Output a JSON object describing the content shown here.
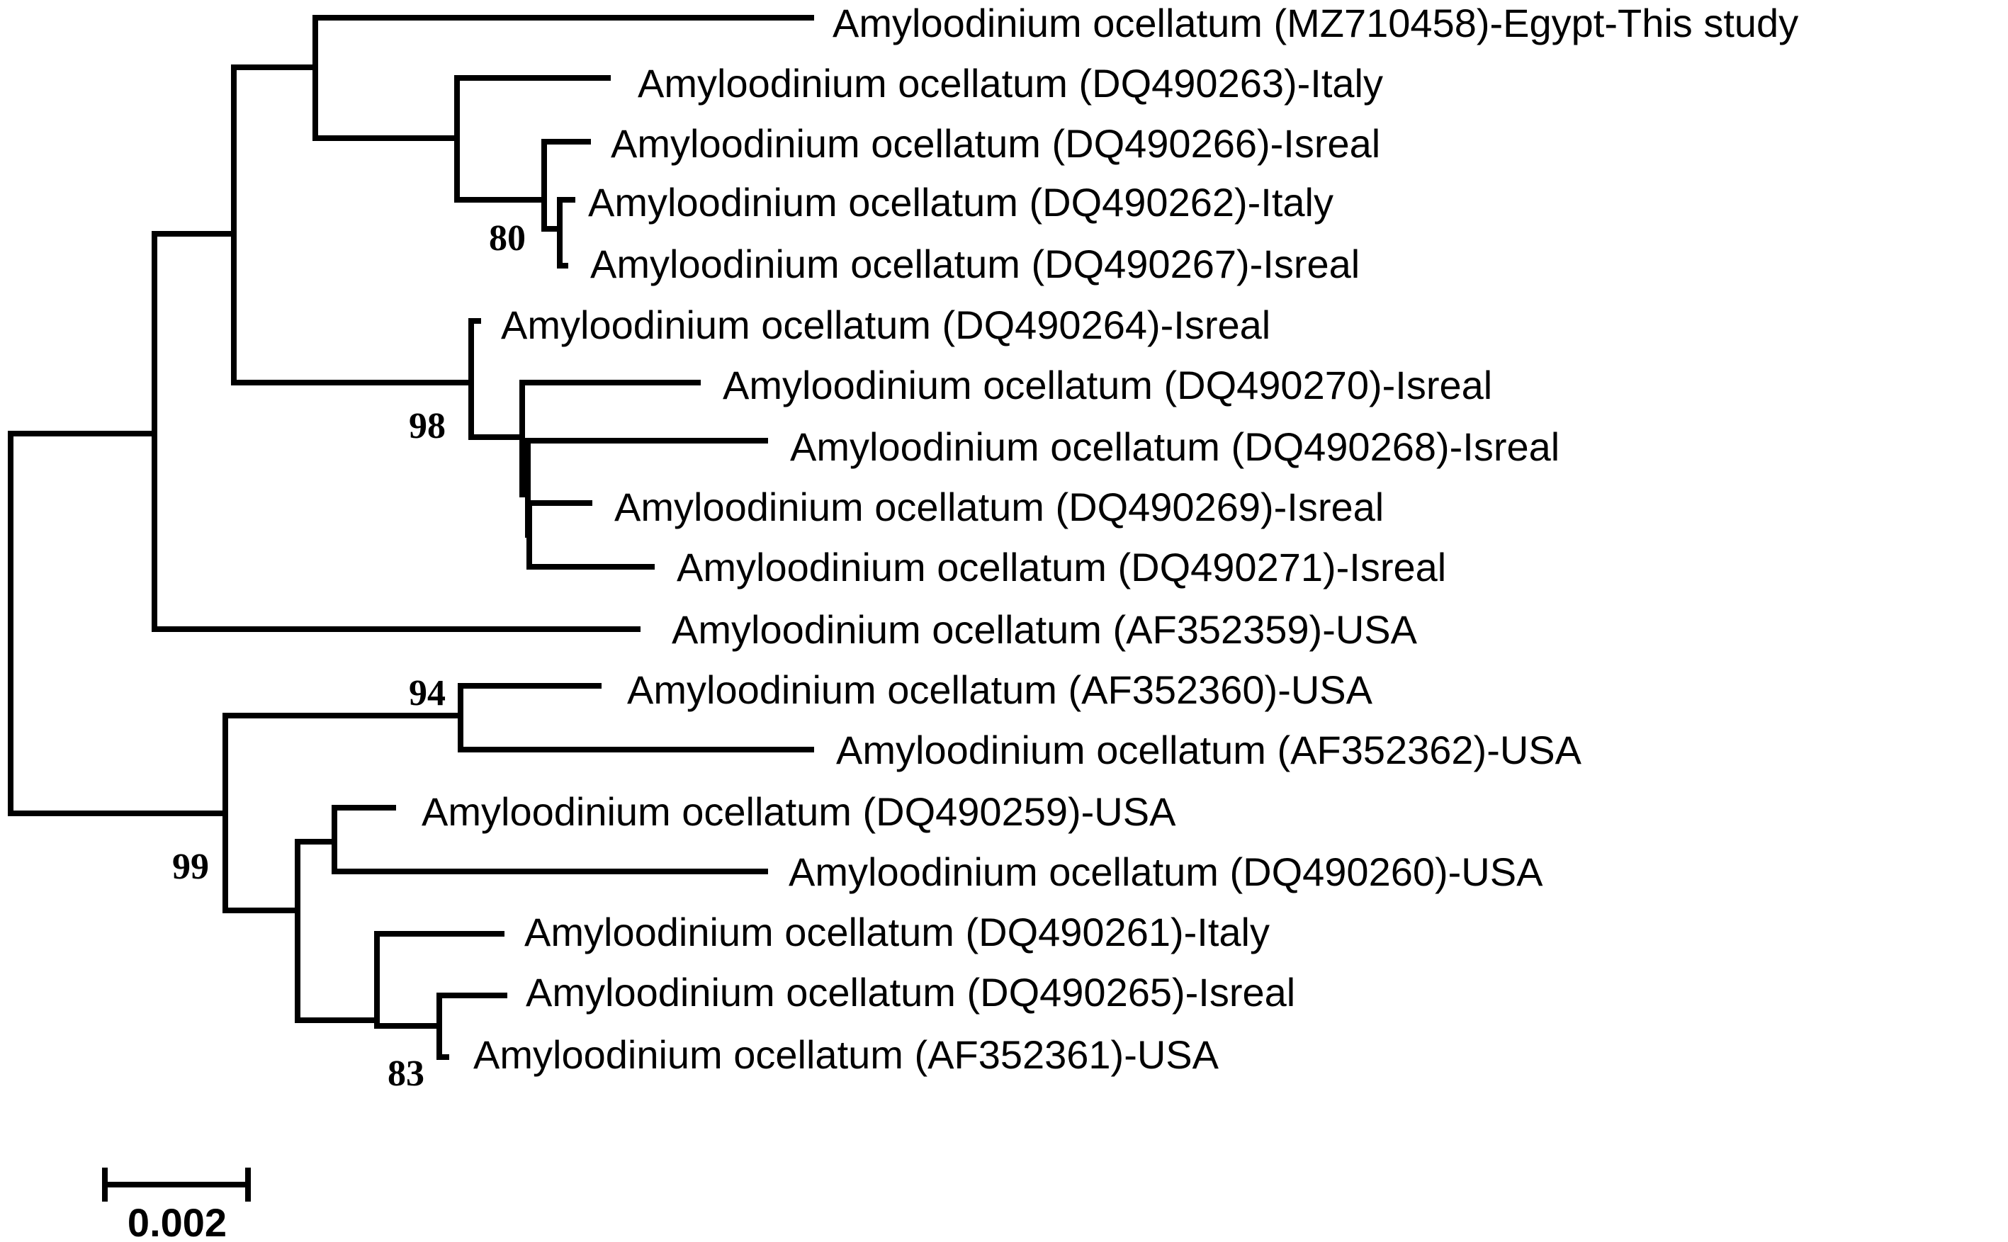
{
  "tree": {
    "leaves": [
      "Amyloodinium ocellatum (MZ710458)-Egypt-This study",
      "Amyloodinium ocellatum (DQ490263)-Italy",
      "Amyloodinium ocellatum (DQ490266)-Isreal",
      "Amyloodinium ocellatum (DQ490262)-Italy",
      "Amyloodinium ocellatum (DQ490267)-Isreal",
      "Amyloodinium ocellatum (DQ490264)-Isreal",
      "Amyloodinium ocellatum (DQ490270)-Isreal",
      "Amyloodinium ocellatum (DQ490268)-Isreal",
      "Amyloodinium ocellatum (DQ490269)-Isreal",
      "Amyloodinium ocellatum (DQ490271)-Isreal",
      "Amyloodinium ocellatum (AF352359)-USA",
      "Amyloodinium ocellatum (AF352360)-USA",
      "Amyloodinium ocellatum (AF352362)-USA",
      "Amyloodinium ocellatum (DQ490259)-USA",
      "Amyloodinium ocellatum (DQ490260)-USA",
      "Amyloodinium ocellatum (DQ490261)-Italy",
      "Amyloodinium ocellatum (DQ490265)-Isreal",
      "Amyloodinium ocellatum (AF352361)-USA"
    ],
    "bootstrap": [
      "80",
      "98",
      "94",
      "99",
      "83"
    ],
    "scale_bar": {
      "label": "0.002",
      "length": 0.002
    }
  }
}
